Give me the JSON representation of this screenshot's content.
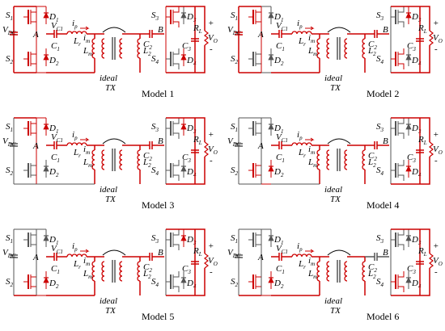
{
  "colors": {
    "active": "#cc0000",
    "inactive": "#555555",
    "text": "#000000"
  },
  "labels": {
    "s1": "S",
    "s1_sub": "1",
    "s2": "S",
    "s2_sub": "2",
    "s3": "S",
    "s3_sub": "3",
    "s4": "S",
    "s4_sub": "4",
    "d1": "D",
    "d1_sub": "1",
    "d2": "D",
    "d2_sub": "2",
    "d3": "D",
    "d3_sub": "3",
    "d4": "D",
    "d4_sub": "4",
    "vdc": "V",
    "vdc_sub": "DC",
    "a": "A",
    "b": "B",
    "vc1": "V",
    "vc1_sub": "C1",
    "c1": "C",
    "c1_sub": "1",
    "c2": "C",
    "c2_sub": "2",
    "c3": "C",
    "c3_sub": "3",
    "ip": "i",
    "ip_sub": "p",
    "lr": "L",
    "lr_sub": "r",
    "im": "i",
    "im_sub": "m",
    "lm": "L",
    "lm_sub": "m",
    "l2": "L",
    "l2_sub": "2",
    "rl": "R",
    "rl_sub": "L",
    "vo": "V",
    "vo_sub": "O",
    "plus": "+",
    "minus": "-",
    "ideal": "ideal",
    "tx": "TX"
  },
  "models": [
    {
      "caption": "Model 1",
      "active": [
        "s1",
        "d1_top",
        "vdc",
        "c1",
        "lr",
        "lm",
        "l2",
        "c2",
        "c3",
        "rl",
        "bottom_left",
        "bottom_right",
        "s2_path",
        "d4",
        "s3_path"
      ]
    },
    {
      "caption": "Model 2",
      "active": [
        "s1",
        "vdc",
        "c1",
        "lr",
        "lm",
        "l2",
        "c2",
        "c3",
        "rl",
        "bottom_left",
        "bottom_right",
        "d3",
        "s4_path"
      ]
    },
    {
      "caption": "Model 3",
      "active": [
        "s1",
        "d1_top",
        "c1",
        "lr",
        "lm",
        "l2",
        "c2",
        "c3",
        "rl",
        "bottom_right",
        "d3"
      ]
    },
    {
      "caption": "Model 4",
      "active": [
        "c1",
        "lr",
        "lm",
        "l2",
        "c2",
        "c3",
        "rl",
        "bottom_right",
        "s2_path",
        "d4"
      ]
    },
    {
      "caption": "Model 5",
      "active": [
        "c1",
        "lr",
        "lm",
        "l2",
        "c2",
        "c3",
        "rl",
        "bottom_left",
        "bottom_right",
        "s2_path",
        "d3"
      ]
    },
    {
      "caption": "Model 6",
      "active": [
        "c1",
        "lr",
        "lm",
        "l2",
        "c3",
        "rl",
        "bottom_left",
        "bottom_right",
        "s2_path",
        "s4_path"
      ]
    }
  ]
}
